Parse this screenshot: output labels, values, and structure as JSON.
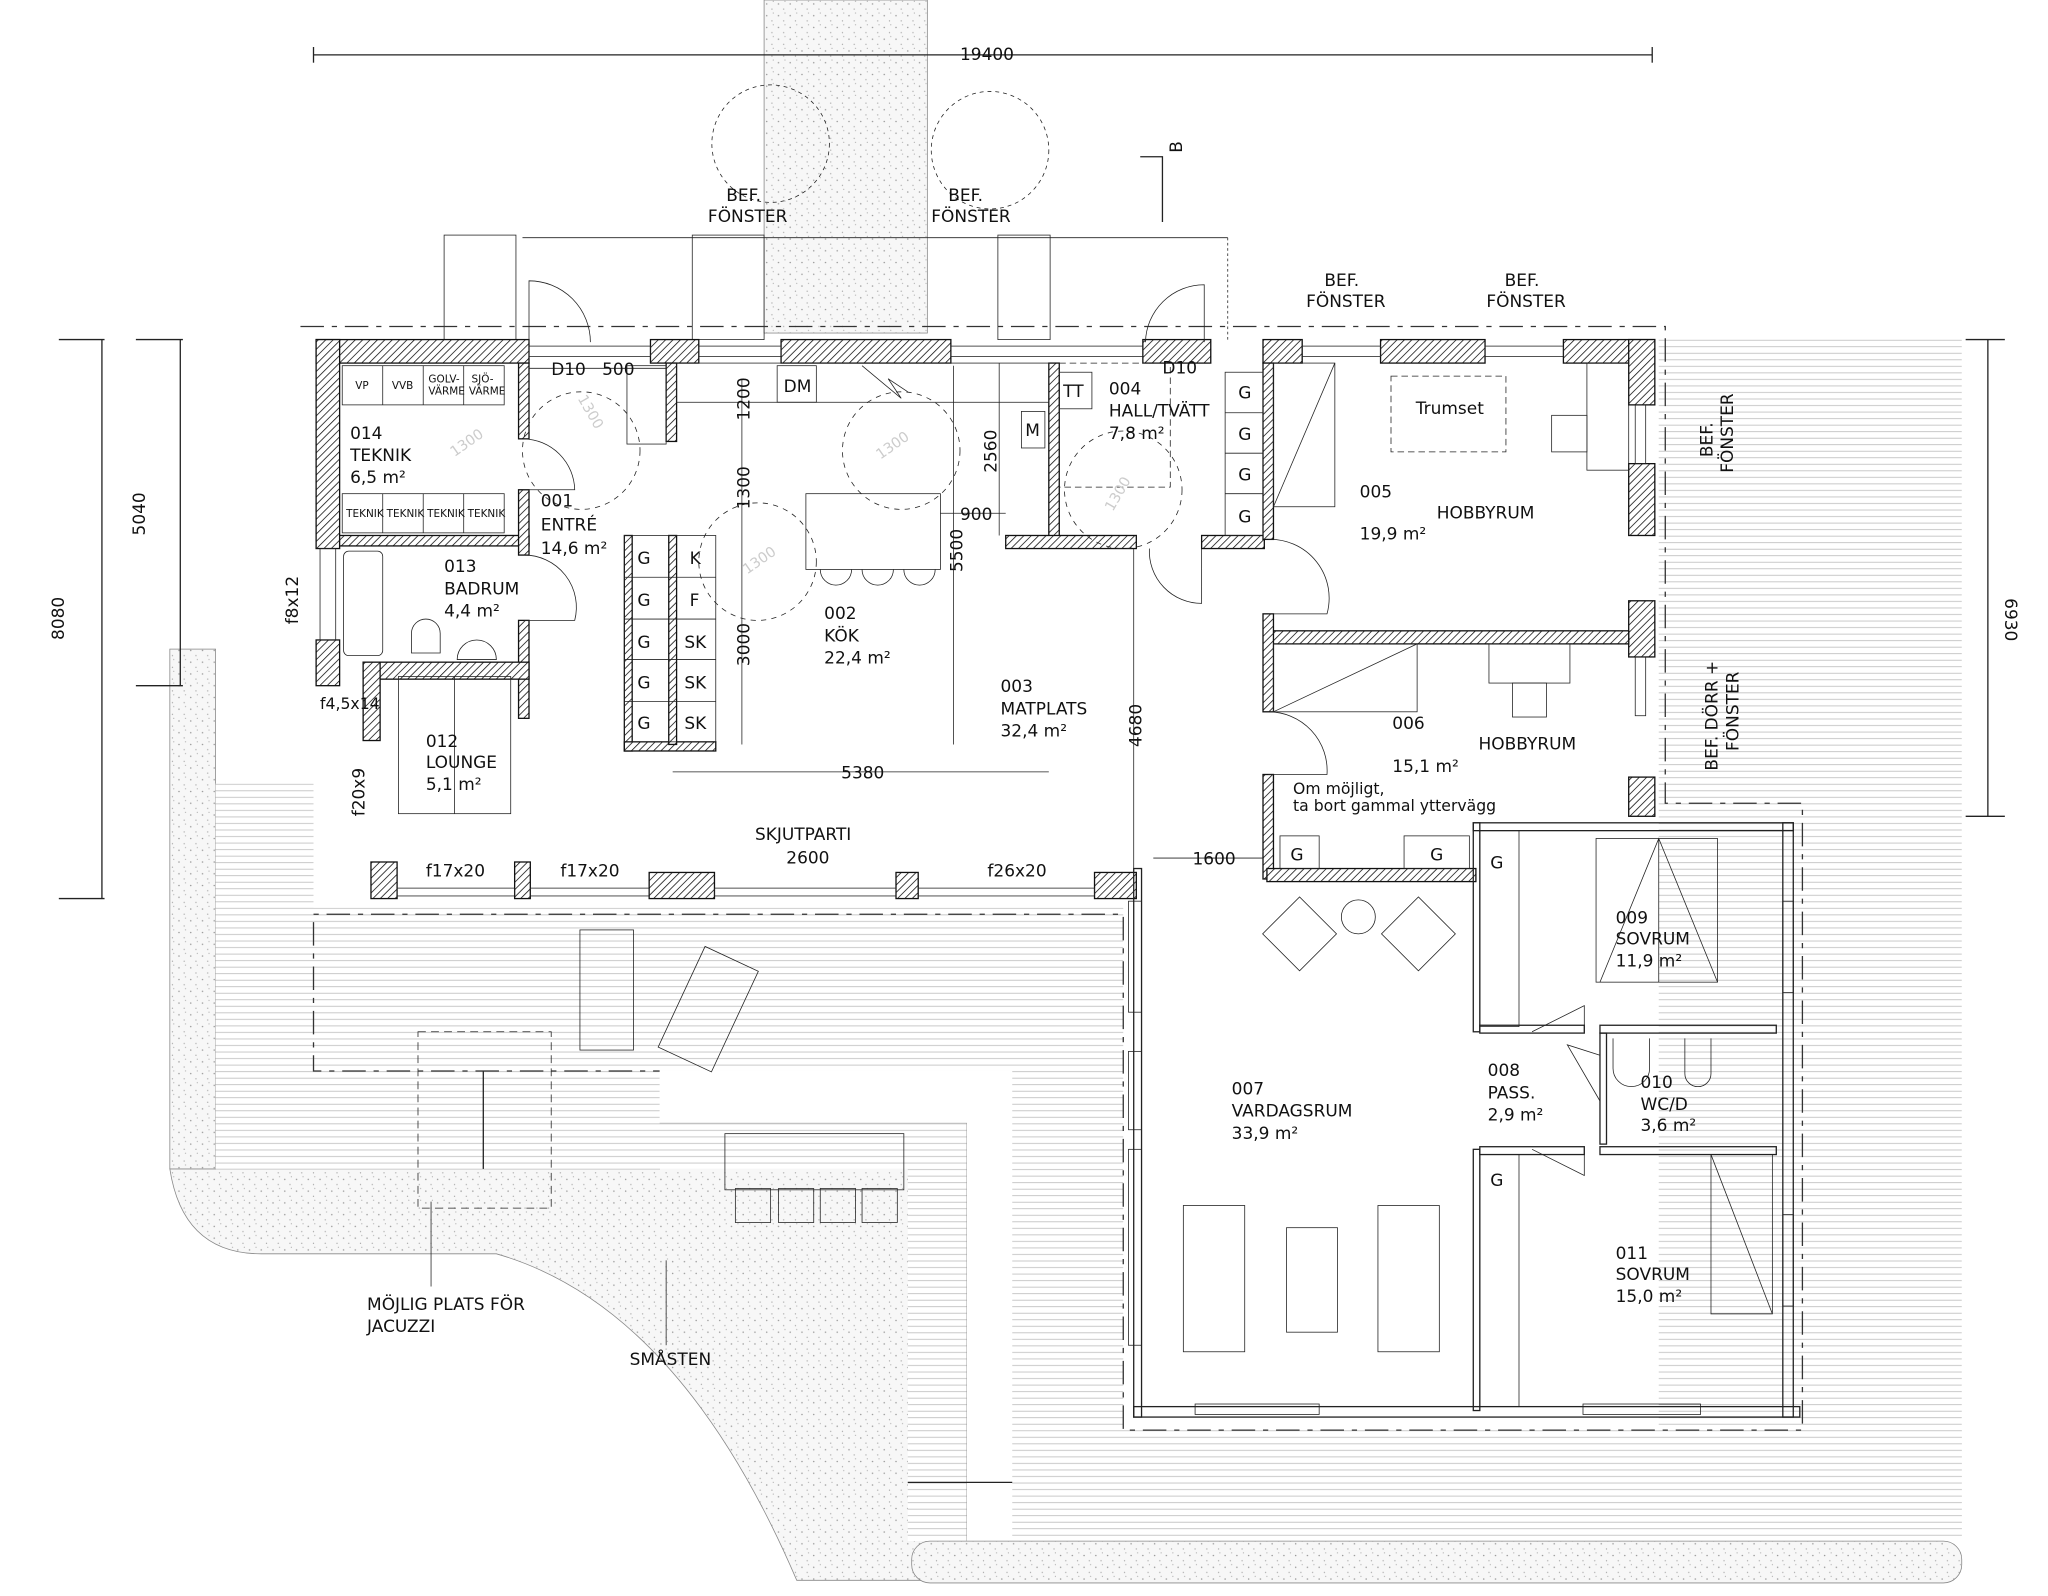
{
  "title_marker": "B",
  "rooms": [
    {
      "number": "014",
      "name": "TEKNIK",
      "area": "6,5 m²"
    },
    {
      "number": "001",
      "name": "ENTRÉ",
      "area": "14,6 m²"
    },
    {
      "number": "013",
      "name": "BADRUM",
      "area": "4,4 m²"
    },
    {
      "number": "012",
      "name": "LOUNGE",
      "area": "5,1 m²"
    },
    {
      "number": "002",
      "name": "KÖK",
      "area": "22,4 m²"
    },
    {
      "number": "003",
      "name": "MATPLATS",
      "area": "32,4 m²"
    },
    {
      "number": "004",
      "name": "HALL/TVÄTT",
      "area": "7,8 m²"
    },
    {
      "number": "005",
      "name": "HOBBYRUM",
      "area": "19,9 m²"
    },
    {
      "number": "006",
      "name": "HOBBYRUM",
      "area": "15,1 m²"
    },
    {
      "number": "007",
      "name": "VARDAGSRUM",
      "area": "33,9 m²"
    },
    {
      "number": "008",
      "name": "PASS.",
      "area": "2,9 m²"
    },
    {
      "number": "009",
      "name": "SOVRUM",
      "area": "11,9 m²"
    },
    {
      "number": "010",
      "name": "WC/D",
      "area": "3,6 m²"
    },
    {
      "number": "011",
      "name": "SOVRUM",
      "area": "15,0 m²"
    }
  ],
  "dimensions": {
    "overall_width": "19400",
    "left_total": "8080",
    "left_partial": "5040",
    "right_height": "6930",
    "kitchen_depth": "5500",
    "d1200": "1200",
    "d1300": "1300",
    "d3000": "3000",
    "d2560": "2560",
    "d900": "900",
    "d5380": "5380",
    "d4680": "4680",
    "d1600": "1600",
    "d500": "500",
    "sliding_width": "2600",
    "turning_circle": "1300"
  },
  "doors": {
    "d10_entry": "D10",
    "d10_hall": "D10"
  },
  "windows": [
    "f8x12",
    "f4,5x14",
    "f20x9",
    "f17x20",
    "f17x20",
    "f26x20"
  ],
  "annotations": {
    "bef": "BEF.",
    "fonster": "FÖNSTER",
    "bef_dorr": "BEF. DÖRR +",
    "skjutparti": "SKJUTPARTI",
    "jacuzzi_1": "MÖJLIG PLATS FÖR",
    "jacuzzi_2": "JACUZZI",
    "smasten": "SMÅSTEN",
    "note_1": "Om möjligt,",
    "note_2": "ta bort gammal yttervägg",
    "trumset": "Trumset"
  },
  "fixtures": {
    "tech_top": [
      "VP",
      "VVB",
      "GOLV-",
      "VÄRME",
      "SJÖ-",
      "VÄRME"
    ],
    "tech_bottom": "TEKNIK",
    "kitchen_left": "G",
    "kitchen_right": [
      "K",
      "F",
      "SK",
      "SK",
      "SK"
    ],
    "dm": "DM",
    "tt": "TT",
    "m": "M",
    "g": "G"
  }
}
